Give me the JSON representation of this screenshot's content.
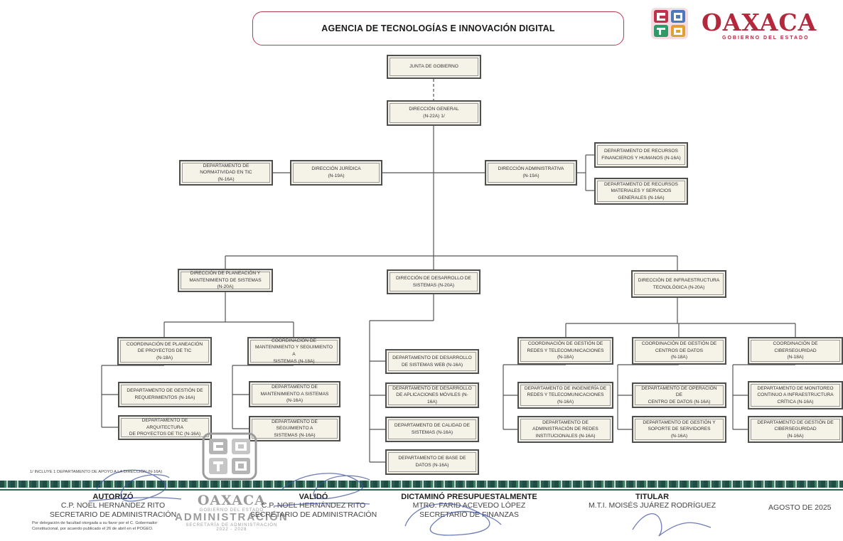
{
  "header": {
    "title": "AGENCIA DE TECNOLOGÍAS E INNOVACIÓN DIGITAL",
    "logo_word": "OAXACA",
    "logo_sub": "GOBIERNO DEL ESTADO"
  },
  "nodes": [
    {
      "key": "junta",
      "text": "JUNTA DE GOBIERNO"
    },
    {
      "key": "dg",
      "text": "DIRECCIÓN GENERAL\n(N-22A) 1/"
    },
    {
      "key": "dep_normatividad",
      "text": "DEPARTAMENTO DE\nNORMATIVIDAD EN TIC\n(N-16A)"
    },
    {
      "key": "dir_juridica",
      "text": "DIRECCIÓN JURÍDICA\n(N-19A)"
    },
    {
      "key": "dir_administrativa",
      "text": "DIRECCIÓN ADMINISTRATIVA\n(N-19A)"
    },
    {
      "key": "dep_rrhh",
      "text": "DEPARTAMENTO DE RECURSOS\nFINANCIEROS Y HUMANOS (N-16A)"
    },
    {
      "key": "dep_rrmm",
      "text": "DEPARTAMENTO DE RECURSOS\nMATERIALES Y SERVICIOS\nGENERALES (N-16A)"
    },
    {
      "key": "dir_planeacion",
      "text": "DIRECCIÓN DE PLANEACIÓN Y\nMANTENIMIENTO DE SISTEMAS\n(N-20A)"
    },
    {
      "key": "dir_desarrollo",
      "text": "DIRECCIÓN DE DESARROLLO DE\nSISTEMAS (N-20A)"
    },
    {
      "key": "dir_infra",
      "text": "DIRECCIÓN DE INFRAESTRUCTURA\nTECNOLÓGICA (N-20A)"
    },
    {
      "key": "coord_planeacion",
      "text": "COORDINACIÓN DE PLANEACIÓN\nDE PROYECTOS DE TIC\n(N-18A)"
    },
    {
      "key": "coord_mantenimiento",
      "text": "COORDINACIÓN DE\nMANTENIMIENTO Y SEGUIMIENTO A\nSISTEMAS (N-18A)"
    },
    {
      "key": "dep_requerimientos",
      "text": "DEPARTAMENTO DE GESTIÓN DE\nREQUERIMIENTOS (N-16A)"
    },
    {
      "key": "dep_arquitectura",
      "text": "DEPARTAMENTO DE ARQUITECTURA\nDE PROYECTOS DE TIC (N-16A)"
    },
    {
      "key": "dep_mant_sistemas",
      "text": "DEPARTAMENTO DE\nMANTENIMIENTO A SISTEMAS\n(N-16A)"
    },
    {
      "key": "dep_seguimiento",
      "text": "DEPARTAMENTO DE SEGUIMIENTO A\nSISTEMAS (N-16A)"
    },
    {
      "key": "dep_web",
      "text": "DEPARTAMENTO DE DESARROLLO\nDE SISTEMAS WEB (N-16A)"
    },
    {
      "key": "dep_moviles",
      "text": "DEPARTAMENTO DE DESARROLLO\nDE APLICACIONES MÓVILES (N-16A)"
    },
    {
      "key": "dep_calidad",
      "text": "DEPARTAMENTO DE CALIDAD DE\nSISTEMAS (N-16A)"
    },
    {
      "key": "dep_bd",
      "text": "DEPARTAMENTO DE BASE DE\nDATOS (N-16A)"
    },
    {
      "key": "coord_redes",
      "text": "COORDINACIÓN DE GESTIÓN DE\nREDES Y TELECOMUNICACIONES\n(N-18A)"
    },
    {
      "key": "coord_centros",
      "text": "COORDINACIÓN DE GESTIÓN DE\nCENTROS DE DATOS\n(N-18A)"
    },
    {
      "key": "coord_ciber",
      "text": "COORDINACIÓN DE\nCIBERSEGURIDAD\n(N-18A)"
    },
    {
      "key": "dep_ing_redes",
      "text": "DEPARTAMENTO DE INGENIERÍA DE\nREDES Y TELECOMUNICACIONES\n(N-16A)"
    },
    {
      "key": "dep_adm_redes",
      "text": "DEPARTAMENTO DE\nADMINISTRACIÓN DE REDES\nINSTITUCIONALES (N-16A)"
    },
    {
      "key": "dep_operacion",
      "text": "DEPARTAMENTO DE OPERACIÓN DE\nCENTRO DE DATOS (N-16A)"
    },
    {
      "key": "dep_soporte",
      "text": "DEPARTAMENTO DE GESTIÓN Y\nSOPORTE DE SERVIDORES\n(N-16A)"
    },
    {
      "key": "dep_monitoreo",
      "text": "DEPARTAMENTO DE MONITOREO\nCONTINUO A INFRAESTRUCTURA\nCRÍTICA (N-16A)"
    },
    {
      "key": "dep_gestion_ciber",
      "text": "DEPARTAMENTO DE GESTIÓN DE\nCIBERSEGURIDAD\n(N-16A)"
    }
  ],
  "footer": {
    "note": "1/ INCLUYE 1 DEPARTAMENTO DE APOYO A LA DIRECCIÓN (N-16A)",
    "autorizo": {
      "head": "AUTORIZÓ",
      "name": "C.P. NOEL HERNÁNDEZ RITO",
      "role": "SECRETARIO DE ADMINISTRACIÓN"
    },
    "delegation": "Por delegación de facultad otorgada a su favor por el C. Gobernador\nConstitucional, por acuerdo publicado el 26 de abril en el POGEO.",
    "valido": {
      "head": "VALIDÓ",
      "name": "C.P. NOEL HERNÁNDEZ RITO",
      "role": "SECRETARIO DE ADMINISTRACIÓN"
    },
    "dictamino": {
      "head": "DICTAMINÓ PRESUPUESTALMENTE",
      "name": "MTRO. FARID ACEVEDO LÓPEZ",
      "role": "SECRETARIO DE FINANZAS"
    },
    "titular": {
      "head": "TITULAR",
      "name": "M.T.I. MOISÉS JUÁREZ RODRÍGUEZ"
    },
    "date": "AGOSTO DE 2025",
    "stamp": {
      "word": "OAXACA",
      "sub": "GOBIERNO DEL ESTADO",
      "big": "ADMINISTRACIÓN",
      "small": "SECRETARÍA DE ADMINISTRACIÓN",
      "years": "2022 - 2028"
    }
  }
}
